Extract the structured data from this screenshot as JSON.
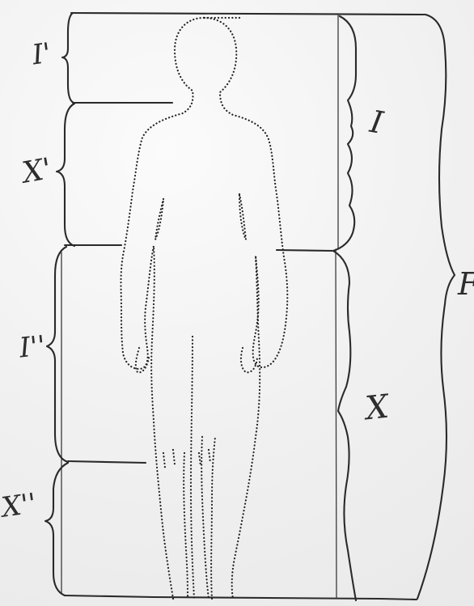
{
  "labels": {
    "top_left": "I'",
    "left_second": "X'",
    "left_third": "I''",
    "left_bottom": "X''",
    "right_upper": "I",
    "right_lower": "X",
    "right_total": "F"
  }
}
